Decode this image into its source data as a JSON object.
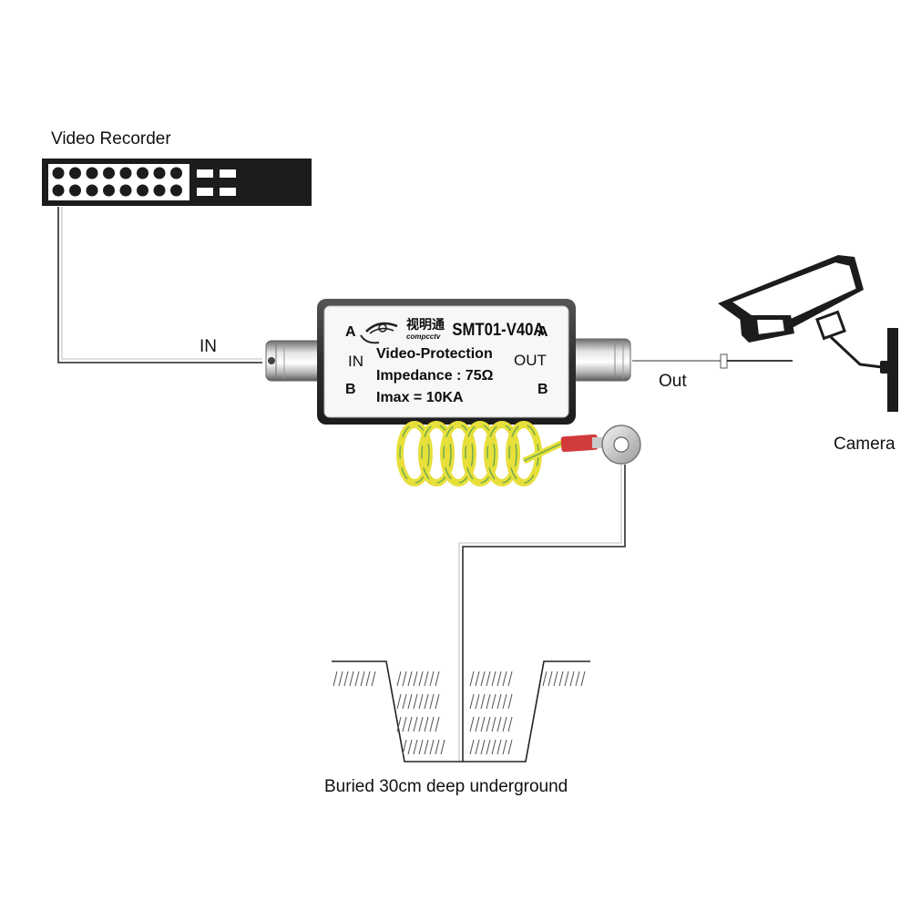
{
  "labels": {
    "recorder": "Video Recorder",
    "in": "IN",
    "out": "Out",
    "camera": "Camera",
    "ground": "Buried 30cm deep underground"
  },
  "device": {
    "brand_cn": "视明通",
    "brand_en": "compcctv",
    "model": "SMT01-V40A",
    "line1": "Video-Protection",
    "line2": "Impedance : 75Ω",
    "line3": "Imax = 10KA",
    "left_top": "A",
    "left_mid": "IN",
    "left_bot": "B",
    "right_top": "A",
    "right_mid": "OUT",
    "right_bot": "B"
  },
  "colors": {
    "device_panel": "#f7f7f7",
    "device_frame": "#3a3a3a",
    "ground_wire_yellow": "#e7df3a",
    "ground_wire_green": "#6aa84f",
    "terminal_red": "#d23b3b",
    "recorder_body": "#1c1c1c"
  }
}
